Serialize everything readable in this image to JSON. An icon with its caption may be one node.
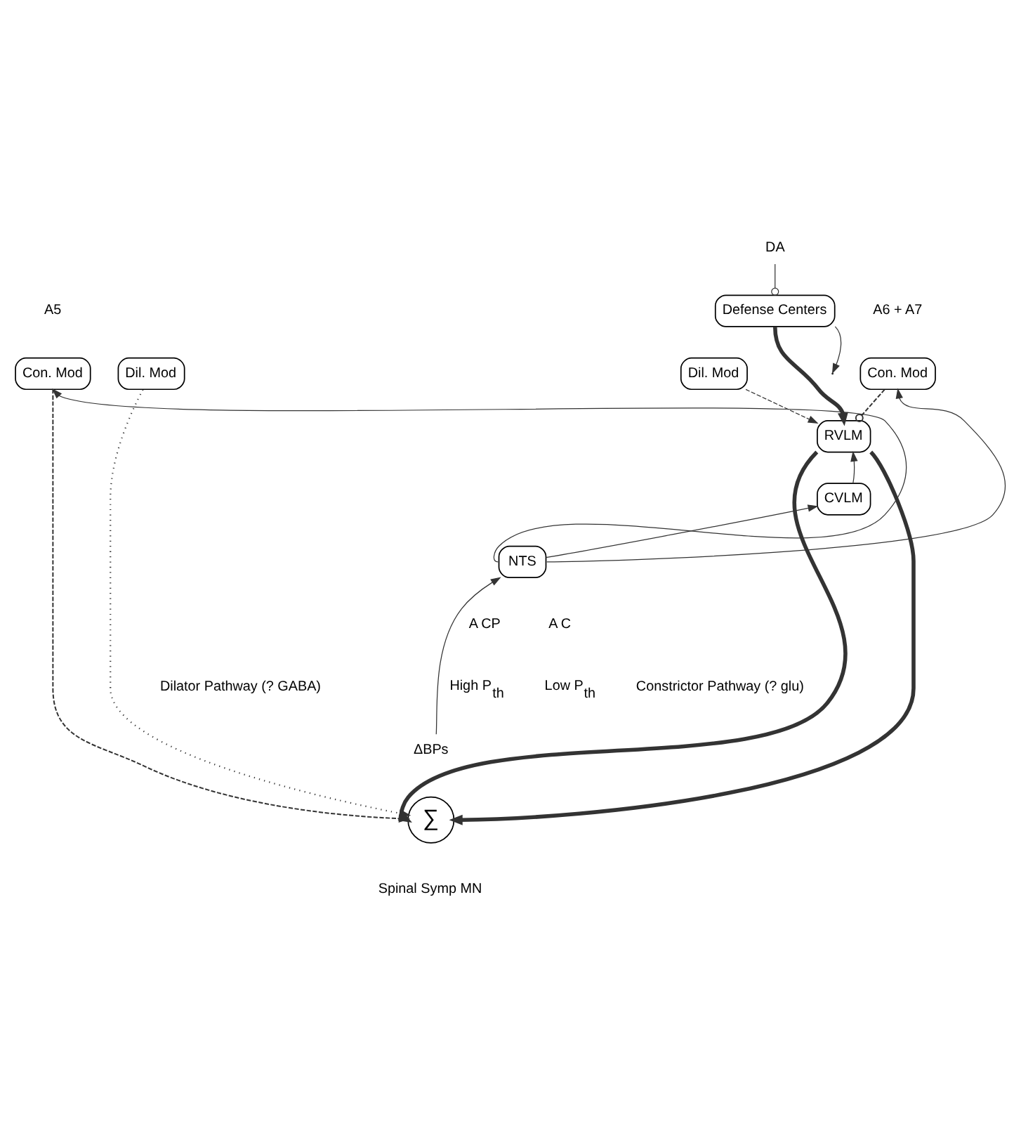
{
  "diagram": {
    "nodes": [
      {
        "text": [
          "DA"
        ]
      },
      {
        "text": [
          "Defense Centers"
        ]
      },
      {
        "text": [
          "Con. Mod"
        ]
      },
      {
        "text": [
          "Dil. Mod"
        ]
      },
      {
        "text": [
          "Dil. Mod"
        ]
      },
      {
        "text": [
          "Con. Mod"
        ]
      },
      {
        "text": [
          "RVLM"
        ]
      },
      {
        "text": [
          "CVLM"
        ]
      },
      {
        "text": [
          "NTS"
        ]
      },
      {
        "text": [
          "ΔBPs"
        ]
      },
      {
        "text": [
          "∑"
        ],
        "beside": [
          "Spinal Symp MN"
        ]
      }
    ],
    "edges": [
      {
        "from": 0,
        "to": 1,
        "arrow": "other"
      },
      {
        "from": 1,
        "to": 6,
        "arrow": "to",
        "style": "thick"
      },
      {
        "from": 1,
        "to": null,
        "arrow": "to"
      },
      {
        "from": 4,
        "to": 6,
        "arrow": "to",
        "style": "dashed"
      },
      {
        "from": 5,
        "to": 6,
        "arrow": "other",
        "style": "dashed"
      },
      {
        "from": 7,
        "to": 6,
        "arrow": "to"
      },
      {
        "from": 8,
        "to": 7,
        "arrow": "to"
      },
      {
        "from": 9,
        "to": 8,
        "arrow": "to"
      },
      {
        "from": 8,
        "to": 2,
        "arrow": "to"
      },
      {
        "from": 8,
        "to": 5,
        "arrow": "to"
      },
      {
        "from": 6,
        "to": 10,
        "arrow": "to",
        "style": "thick"
      },
      {
        "from": 6,
        "to": 10,
        "arrow": "to",
        "style": "thick"
      },
      {
        "from": 3,
        "to": 10,
        "arrow": "to",
        "style": "dashed"
      },
      {
        "from": 2,
        "to": 10,
        "arrow": "to",
        "style": "dashed"
      }
    ],
    "labels": [
      "A5",
      "A6 + A7",
      "Dilator Pathway (? GABA)",
      "A CP",
      "A C",
      "Constrictor Pathway (? glu)",
      "High P$_{th}$",
      "Low P$_{th}$"
    ]
  }
}
